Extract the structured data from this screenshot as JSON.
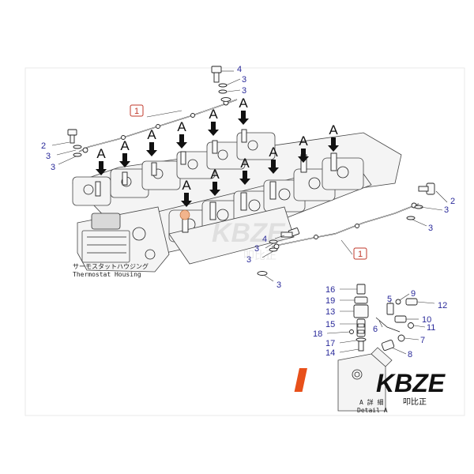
{
  "arrow_label": "A",
  "callouts": {
    "pipe_top": "1",
    "pipe_right": "1",
    "c4_top": "4",
    "c3_a": "3",
    "c3_b": "3",
    "c2_left": "2",
    "c3_left_a": "3",
    "c3_left_b": "3",
    "c2_right": "2",
    "c3_right_a": "3",
    "c3_right_b": "3",
    "c4_mid": "4",
    "c3_mid_a": "3",
    "c3_mid_b": "3",
    "c3_bottom": "3",
    "d16": "16",
    "d19": "19",
    "d13": "13",
    "d15": "15",
    "d18": "18",
    "d17": "17",
    "d14": "14",
    "d9": "9",
    "d5": "5",
    "d12": "12",
    "d10": "10",
    "d6": "6",
    "d11": "11",
    "d7": "7",
    "d8": "8"
  },
  "thermostat_caption_jp": "サーモスタットハウジング",
  "thermostat_caption_en": "Thermostat Housing",
  "detail_caption_jp": "A 詳 細",
  "detail_caption_en": "Detail A",
  "watermark": {
    "latin": "KBZE",
    "chinese": "叩比正"
  },
  "brand_logo": {
    "latin": "KBZE",
    "chinese": "叩比正",
    "accent_color": "#e8501a"
  },
  "colors": {
    "callout": "#2a2a9a",
    "boxed_callout": "#c0392b"
  }
}
